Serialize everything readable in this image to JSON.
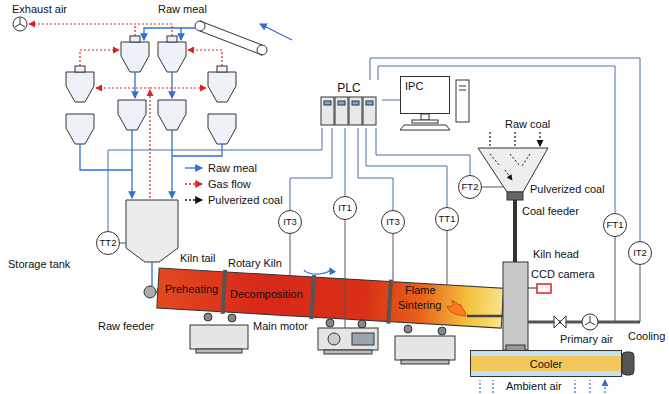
{
  "diagram": {
    "nodes": [
      {
        "text": [
          "PLC"
        ]
      },
      {
        "text": [
          "IPC"
        ]
      },
      {
        "text": [
          "FT2"
        ]
      },
      {
        "text": [
          "TT2"
        ]
      },
      {
        "text": [
          "IT3"
        ]
      },
      {
        "text": [
          "IT1"
        ]
      },
      {
        "text": [
          "IT3"
        ]
      },
      {
        "text": [
          "TT1"
        ]
      },
      {
        "text": [
          "FT1"
        ]
      },
      {
        "text": [
          "IT2"
        ]
      },
      {
        "text": [
          "Cooler"
        ]
      }
    ],
    "edges": [
      {
        "from": 0,
        "to": 1,
        "arrow": "none"
      },
      {
        "from": 0,
        "to": 2,
        "arrow": "none"
      },
      {
        "from": 0,
        "to": 3,
        "arrow": "none"
      },
      {
        "from": 0,
        "to": 4,
        "arrow": "none"
      },
      {
        "from": 0,
        "to": 5,
        "arrow": "none"
      },
      {
        "from": 0,
        "to": 6,
        "arrow": "none"
      },
      {
        "from": 0,
        "to": 7,
        "arrow": "none"
      },
      {
        "from": 0,
        "to": 8,
        "arrow": "none"
      },
      {
        "from": 0,
        "to": 9,
        "arrow": "none"
      }
    ],
    "labels": [
      "Exhaust air",
      "Raw meal",
      "Raw coal",
      "Pulverized coal",
      "Coal feeder",
      "Storage tank",
      "Kiln tail",
      "Rotary Kiln",
      "Preheating",
      "Decomposition",
      "Flame",
      "Sintering",
      "Raw feeder",
      "Main motor",
      "Kiln head",
      "CCD camera",
      "Primary air",
      "Cooling",
      "Ambient air"
    ],
    "legend": [
      {
        "text": "Raw meal"
      },
      {
        "text": "Gas flow"
      },
      {
        "text": "Pulverized coal"
      }
    ]
  }
}
